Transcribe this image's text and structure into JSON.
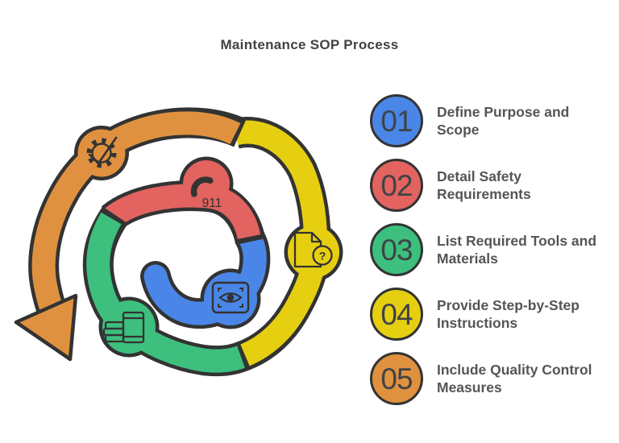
{
  "title": "Maintenance SOP Process",
  "steps": [
    {
      "num": "01",
      "color": "#4a86e8",
      "label_line1": "Define Purpose and",
      "label_line2": "Scope"
    },
    {
      "num": "02",
      "color": "#e2635f",
      "label_line1": "Detail Safety",
      "label_line2": "Requirements"
    },
    {
      "num": "03",
      "color": "#3dbf7d",
      "label_line1": "List Required Tools and",
      "label_line2": "Materials"
    },
    {
      "num": "04",
      "color": "#e6cf11",
      "label_line1": "Provide Step-by-Step",
      "label_line2": "Instructions"
    },
    {
      "num": "05",
      "color": "#e0913f",
      "label_line1": "Include Quality Control",
      "label_line2": "Measures"
    }
  ],
  "spiral": {
    "emergency_number": "911",
    "question_mark": "?",
    "outline_color": "#333333",
    "segment_colors": {
      "step1": "#4a86e8",
      "step2": "#e2635f",
      "step3": "#3dbf7d",
      "step4": "#e6cf11",
      "step5": "#e0913f"
    },
    "icons": {
      "step1": "eye-scan-icon",
      "step2": "phone-911-icon",
      "step3": "books-icon",
      "step4": "document-question-icon",
      "step5": "gear-check-icon"
    }
  }
}
